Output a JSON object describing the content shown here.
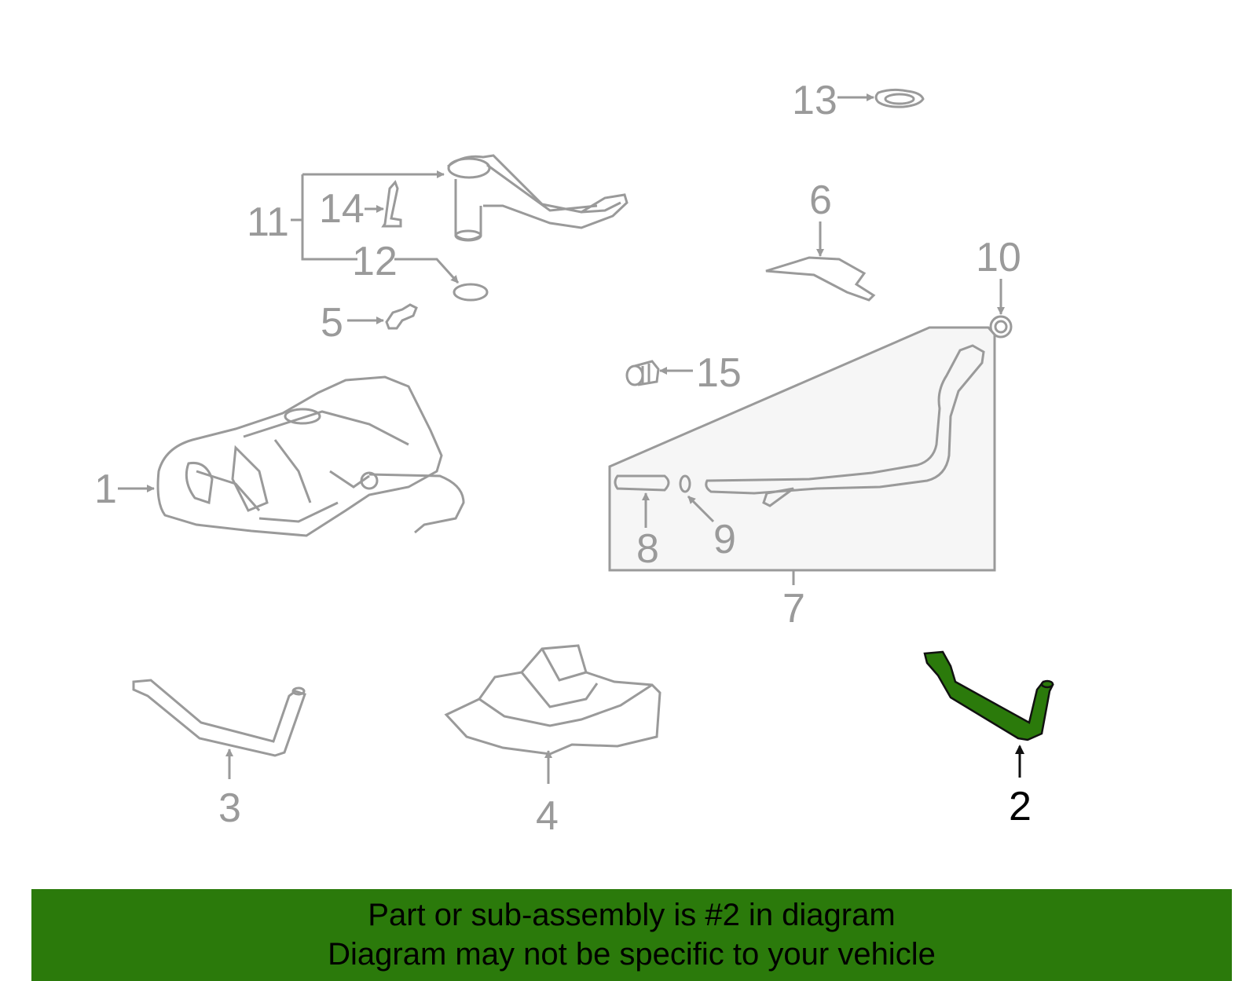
{
  "colors": {
    "part_line": "#9a9a9a",
    "highlight_fill": "#2b7a0b",
    "highlight_line": "#111111",
    "banner_bg": "#2b7a0b",
    "panel_fill": "#f6f6f6"
  },
  "callouts": {
    "c1": "1",
    "c2": "2",
    "c3": "3",
    "c4": "4",
    "c5": "5",
    "c6": "6",
    "c7": "7",
    "c8": "8",
    "c9": "9",
    "c10": "10",
    "c11": "11",
    "c12": "12",
    "c13": "13",
    "c14": "14",
    "c15": "15"
  },
  "highlighted_part": "2",
  "banner": {
    "line1": "Part or sub-assembly is #2 in diagram",
    "line2": "Diagram may not be specific to your vehicle"
  }
}
